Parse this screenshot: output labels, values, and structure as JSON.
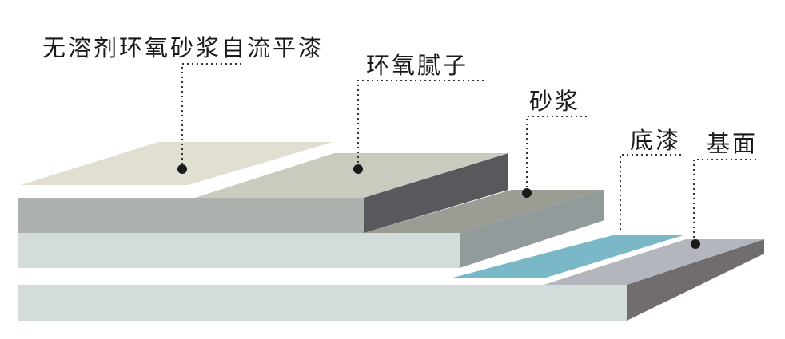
{
  "layers": [
    {
      "id": "self-leveling",
      "label": "无溶剂环氧砂浆自流平漆",
      "color": "#e1ded2"
    },
    {
      "id": "epoxy-putty",
      "label": "环氧腻子",
      "color": "#c9cbbe"
    },
    {
      "id": "mortar",
      "label": "砂浆",
      "color": "#9b9c93"
    },
    {
      "id": "primer",
      "label": "底漆",
      "color": "#7ab7c7"
    },
    {
      "id": "substrate",
      "label": "基面",
      "color": "#b3b6bc"
    }
  ],
  "slab_colors": {
    "top_front": "#aeb2ae",
    "mid_front": "#d3dbdb",
    "bottom_front": "#d3dbdb",
    "dark_side": "#58595c",
    "mortar_side": "#919b9c",
    "substrate_side": "#716d6f"
  }
}
